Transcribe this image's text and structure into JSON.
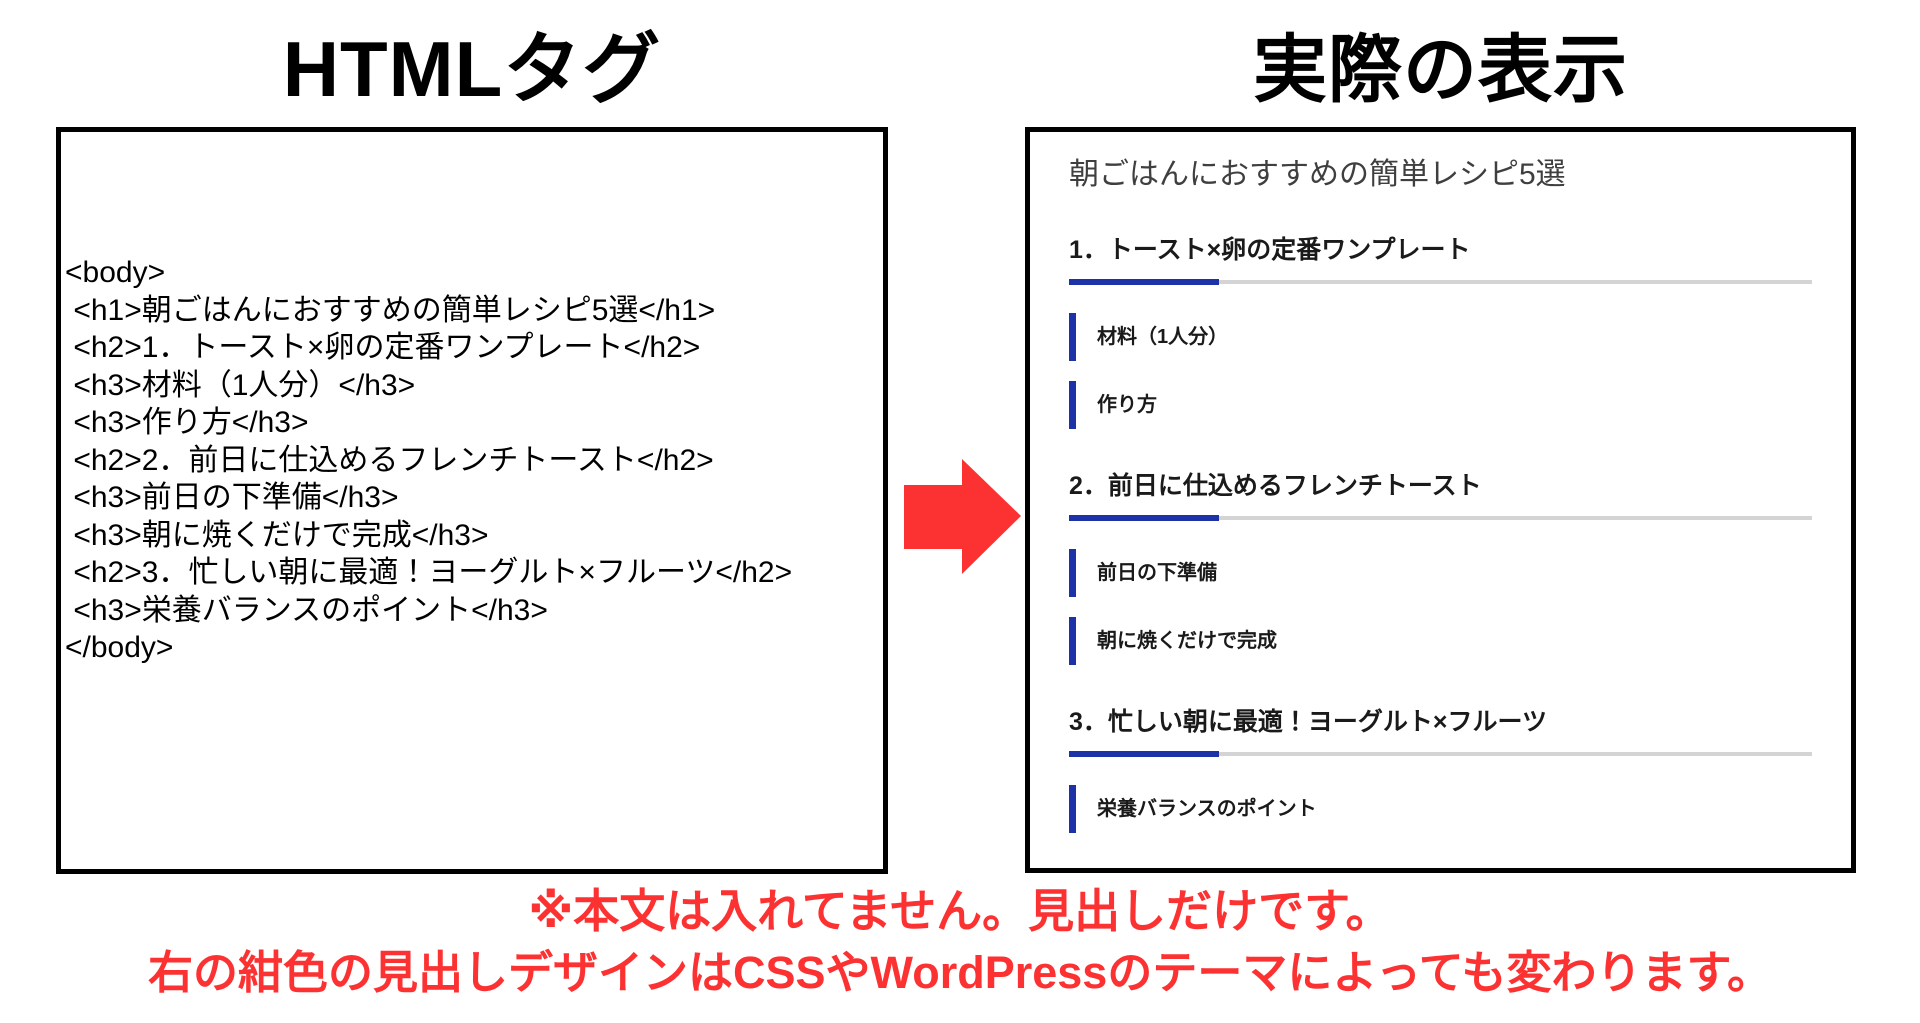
{
  "page": {
    "left_title": "HTMLタグ",
    "right_title": "実際の表示"
  },
  "code_panel": {
    "lines": [
      "<body>",
      " <h1>朝ごはんにおすすめの簡単レシピ5選</h1>",
      " <h2>1．トースト×卵の定番ワンプレート</h2>",
      " <h3>材料（1人分）</h3>",
      " <h3>作り方</h3>",
      " <h2>2．前日に仕込めるフレンチトースト</h2>",
      " <h3>前日の下準備</h3>",
      " <h3>朝に焼くだけで完成</h3>",
      " <h2>3．忙しい朝に最適！ヨーグルト×フルーツ</h2>",
      " <h3>栄養バランスのポイント</h3>",
      "</body>"
    ]
  },
  "preview_panel": {
    "h1": "朝ごはんにおすすめの簡単レシピ5選",
    "sections": [
      {
        "h2": "1．トースト×卵の定番ワンプレート",
        "h3s": [
          "材料（1人分）",
          "作り方"
        ]
      },
      {
        "h2": "2．前日に仕込めるフレンチトースト",
        "h3s": [
          "前日の下準備",
          "朝に焼くだけで完成"
        ]
      },
      {
        "h2": "3．忙しい朝に最適！ヨーグルト×フルーツ",
        "h3s": [
          "栄養バランスのポイント"
        ]
      }
    ]
  },
  "captions": {
    "line1": "※本文は入れてません。見出しだけです。",
    "line2": "右の紺色の見出しデザインはCSSやWordPressのテーマによっても変わります。"
  },
  "icons": {
    "arrow_right": "red-arrow-right"
  },
  "colors": {
    "accent_navy": "#1e32a8",
    "underline_gray": "#d4d4d4",
    "arrow_red": "#fc3232",
    "caption_red": "#fc3232",
    "h1_gray": "#3f3f3f",
    "heading_dark": "#1a1a1a"
  }
}
